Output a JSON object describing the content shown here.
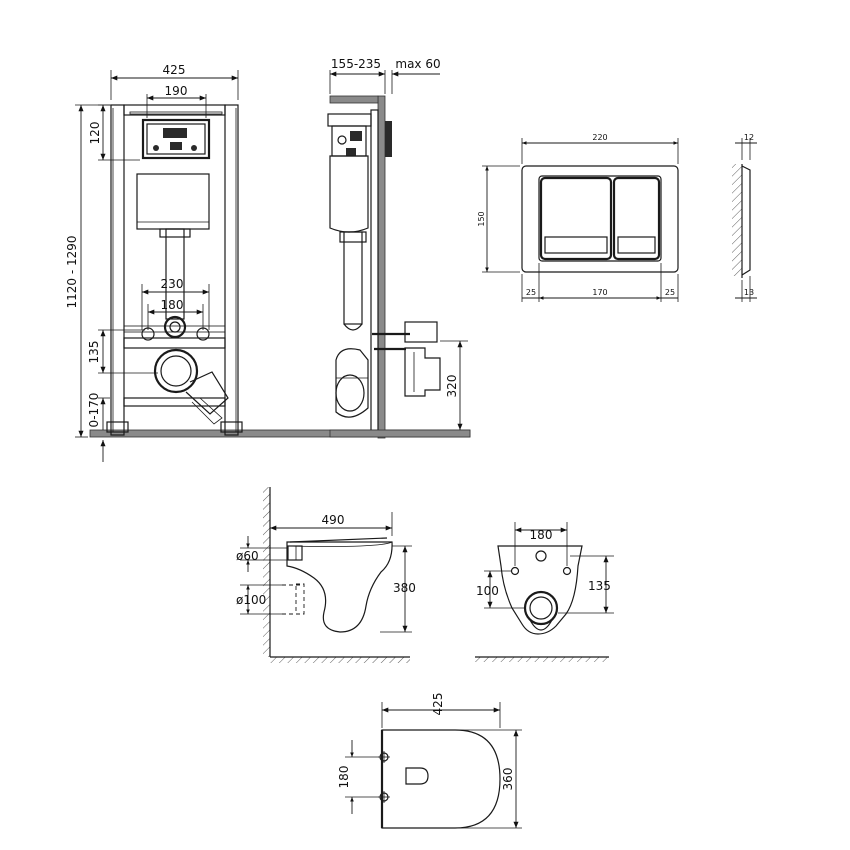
{
  "front_view": {
    "width_total": "425",
    "width_inner": "190",
    "height_top": "120",
    "height_range": "1120 - 1290",
    "spacing_230": "230",
    "spacing_180": "180",
    "height_135": "135",
    "height_leg": "0-170"
  },
  "side_view": {
    "depth": "155-235",
    "max_wall": "max 60",
    "drain_height": "320"
  },
  "flush_plate": {
    "width": "220",
    "height": "150",
    "margin_left": "25",
    "button_width": "170",
    "margin_right": "25",
    "depth_top": "12",
    "depth_bottom": "13"
  },
  "bowl_side": {
    "length": "490",
    "dia_inlet": "ø60",
    "dia_outlet": "ø100",
    "height": "380"
  },
  "bowl_back": {
    "bolt_spacing": "180",
    "left_height": "100",
    "right_height": "135"
  },
  "bowl_top": {
    "width": "425",
    "bolt_spacing": "180",
    "depth": "360"
  }
}
